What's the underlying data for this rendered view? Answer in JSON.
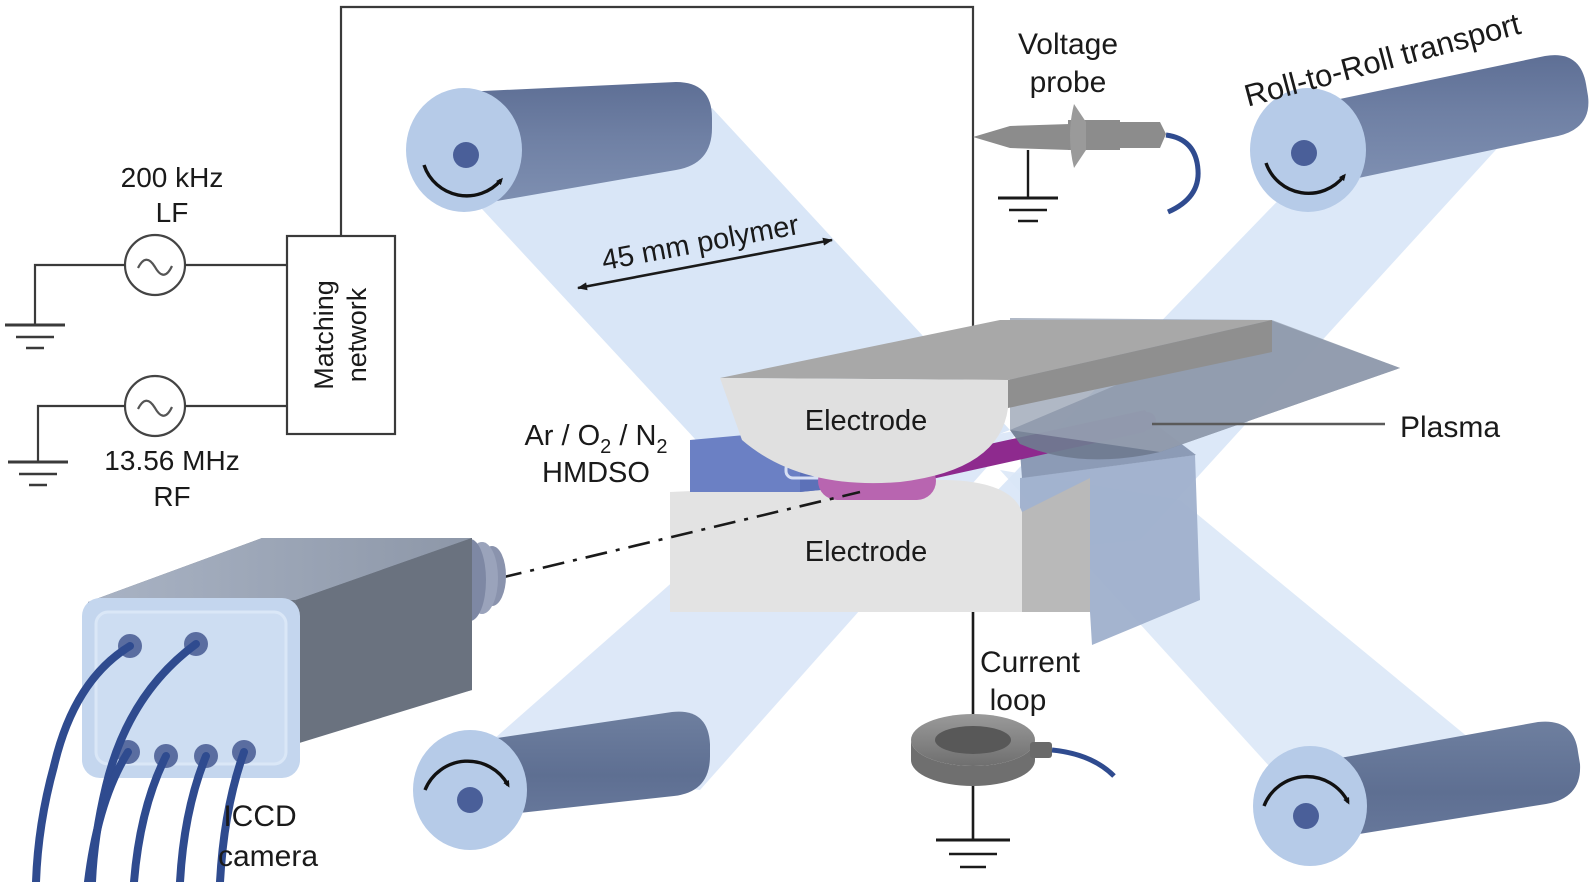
{
  "figure": {
    "title": "Roll-to-roll atmospheric plasma deposition schematic",
    "background": "#ffffff"
  },
  "colors": {
    "roller_body": "#6b7b9e",
    "roller_cap": "#b6cbe8",
    "roller_hub": "#4a5f99",
    "web_film": "#d9e6f7",
    "web_film_dark": "#c3d6ef",
    "electrode_front": "#e0e0e0",
    "electrode_top": "#a8a8a8",
    "electrode_side": "#8f8f8f",
    "electrode_lower_front": "#e3e3e3",
    "plasma_core": "#8e2a8e",
    "plasma_tip": "#b865b0",
    "gas_nozzle": "#6b80c4",
    "gas_nozzle_dark": "#4a5ea8",
    "probe_body": "#8c8c8c",
    "cable_blue": "#2f4b8f",
    "camera_body": "#6e7683",
    "camera_top": "#98a2b3",
    "camera_panel": "#c4d6ee",
    "wire": "#3a3a3a",
    "text": "#1a1a1a"
  },
  "power": {
    "lf_source": {
      "frequency_label": "200 kHz",
      "type_label": "LF",
      "icon": "ac-source-icon",
      "ground_icon": "ground-icon"
    },
    "rf_source": {
      "frequency_label": "13.56 MHz",
      "type_label": "RF",
      "icon": "ac-source-icon",
      "ground_icon": "ground-icon"
    },
    "matching_network": {
      "line1": "Matching",
      "line2": "network"
    }
  },
  "diagnostics": {
    "voltage_probe": {
      "line1": "Voltage",
      "line2": "probe",
      "icon": "voltage-probe-icon",
      "ground_icon": "ground-icon"
    },
    "current_loop": {
      "line1": "Current",
      "line2": "loop",
      "icon": "current-loop-icon",
      "ground_icon": "ground-icon"
    },
    "iccd_camera": {
      "line1": "ICCD",
      "line2": "camera",
      "icon": "camera-icon",
      "sight_line": "dash-dot-sight-line"
    }
  },
  "transport": {
    "label": "Roll-to-Roll transport",
    "web_dimension_label": "45 mm polymer",
    "rollers": [
      {
        "id": "roller-top-left",
        "rotation_icon": "rotate-cw-icon"
      },
      {
        "id": "roller-top-right",
        "rotation_icon": "rotate-cw-icon"
      },
      {
        "id": "roller-bottom-left",
        "rotation_icon": "rotate-cw-icon"
      },
      {
        "id": "roller-bottom-right",
        "rotation_icon": "rotate-cw-icon"
      }
    ]
  },
  "reactor": {
    "electrode_upper_label": "Electrode",
    "electrode_lower_label": "Electrode",
    "plasma_label": "Plasma",
    "gas_inlet": {
      "line1_parts": [
        "Ar / O",
        "2",
        " / N",
        "2"
      ],
      "line1_plain": "Ar / O2 / N2",
      "line2": "HMDSO"
    }
  }
}
